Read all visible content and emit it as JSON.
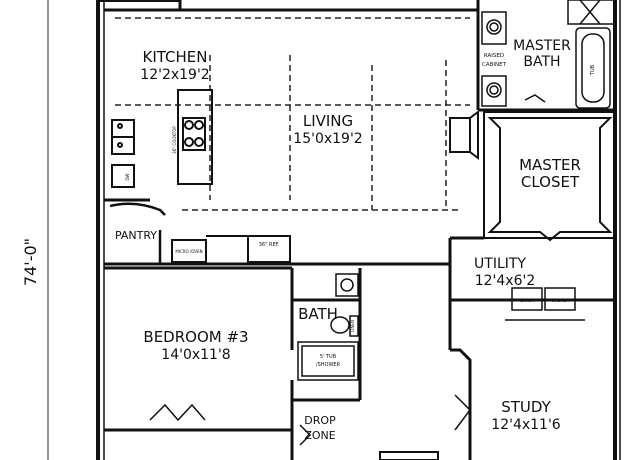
{
  "plan": {
    "overall_dimension": "74'-0\"",
    "rooms": [
      {
        "id": "kitchen",
        "name": "KITCHEN",
        "size": "12'2x19'2"
      },
      {
        "id": "living",
        "name": "LIVING",
        "size": "15'0x19'2"
      },
      {
        "id": "master-bath",
        "name": "MASTER BATH",
        "name_lines": [
          "MASTER",
          "BATH"
        ]
      },
      {
        "id": "master-closet",
        "name": "MASTER CLOSET",
        "name_lines": [
          "MASTER",
          "CLOSET"
        ]
      },
      {
        "id": "utility",
        "name": "UTILITY",
        "size": "12'4x6'2"
      },
      {
        "id": "bedroom-3",
        "name": "BEDROOM #3",
        "size": "14'0x11'8"
      },
      {
        "id": "bath",
        "name": "BATH"
      },
      {
        "id": "study",
        "name": "STUDY",
        "size": "12'4x11'6"
      },
      {
        "id": "pantry",
        "name": "PANTRY"
      },
      {
        "id": "drop-zone",
        "name": "DROP ZONE",
        "name_lines": [
          "DROP",
          "ZONE"
        ]
      }
    ],
    "fixtures": {
      "cooktop": "36\" COOKTOP",
      "fridge": "36\" REF.",
      "micro_oven": "MICRO\n/OVEN",
      "dw": "DW",
      "raised_cabinet": [
        "RAISED",
        "CABINET"
      ],
      "tub_shower": [
        "5' TUB",
        "/SHOWER"
      ],
      "tub": "TUB",
      "linen": "LINEN",
      "dryer": "DRYER",
      "washer": "WASHER"
    }
  }
}
